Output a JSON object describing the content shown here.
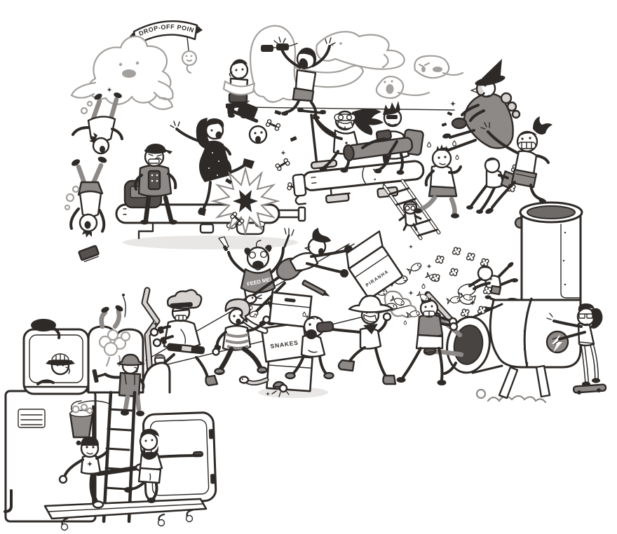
{
  "palette": {
    "ink": "#2e2a27",
    "gdark": "#55504d",
    "gmid": "#8d8987",
    "glight": "#d6d3d0",
    "ghost": "#a3a09d",
    "shadow": "#e9e7e5",
    "paper": "#ffffff"
  },
  "illustration": {
    "description": "Chaotic black-and-white cartoon: ghosts haul screaming people past a DROP-OFF POINT banner; a witch, brawlers, spilled PIRANHA and SNAKES crates, a giant chute and a lightning-bolt cannon machine surround a truck being washed while two men fight by an open door.",
    "labels": {
      "banner": "DROP-OFF POINT",
      "bib": "FEED ME!",
      "piranha_box": "PIRANHA",
      "snakes_box": "SNAKES"
    },
    "icons": {
      "machine_badge": "lightning-bolt"
    }
  }
}
